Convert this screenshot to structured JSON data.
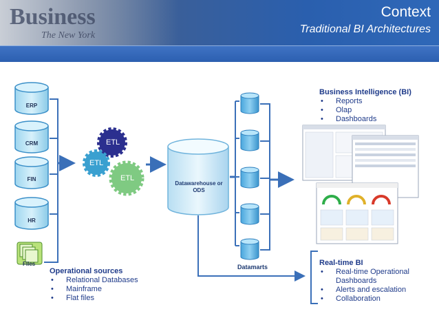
{
  "header": {
    "title": "Context",
    "subtitle": "Traditional BI Architectures",
    "brand_text": "Business",
    "brand_sub": "The New York"
  },
  "sources": [
    {
      "label": "ERP"
    },
    {
      "label": "CRM"
    },
    {
      "label": "FIN"
    },
    {
      "label": "HR"
    }
  ],
  "files_label": "Files",
  "etl_gears": [
    "ETL",
    "ETL",
    "ETL"
  ],
  "datawarehouse_label": "Datawarehouse or ODS",
  "datamarts_label": "Datamarts",
  "operational_sources": {
    "heading": "Operational sources",
    "items": [
      "Relational Databases",
      "Mainframe",
      "Flat files"
    ]
  },
  "business_intelligence": {
    "heading": "Business Intelligence (BI)",
    "items": [
      "Reports",
      "Olap",
      "Dashboards"
    ]
  },
  "realtime_bi": {
    "heading": "Real-time BI",
    "items": [
      "Real-time Operational Dashboards",
      "Alerts and escalation",
      "Collaboration"
    ]
  },
  "colors": {
    "header_blue": "#2a5fae",
    "cylinder": "#2f6fb6",
    "arrow": "#3a6fb8",
    "text": "#1f3b8a",
    "etl_dark": "#2b2f8f",
    "etl_light": "#3aa0d0",
    "etl_green": "#7fca82"
  }
}
